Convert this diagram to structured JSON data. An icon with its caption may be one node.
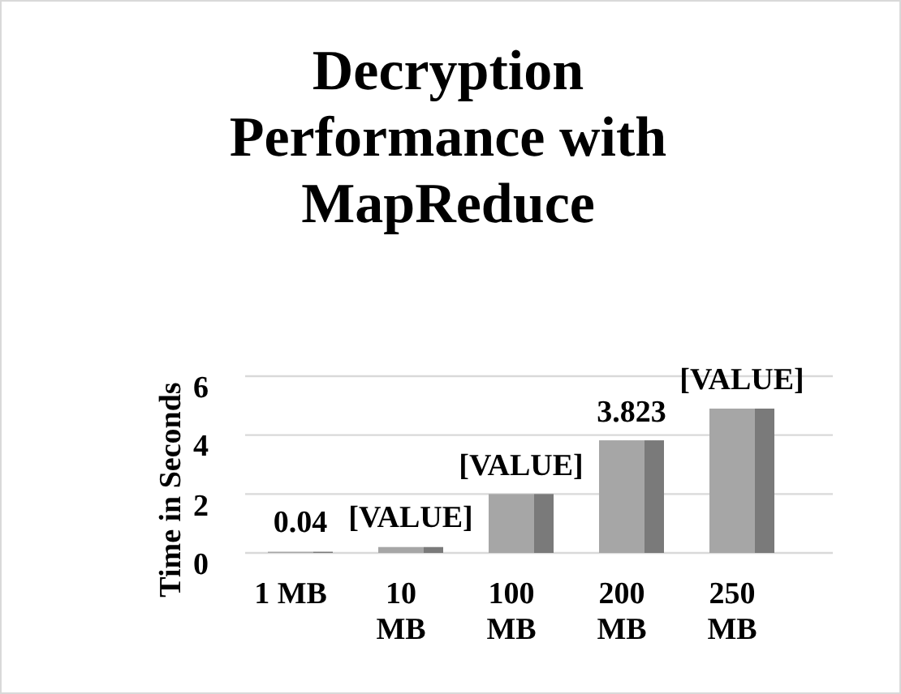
{
  "diagram": {
    "chart_data": {
      "type": "bar",
      "title": "Decryption Performance with MapReduce",
      "ylabel": "Time in Seconds",
      "categories": [
        "1 MB",
        "10 MB",
        "100 MB",
        "200 MB",
        "250 MB"
      ],
      "values": [
        0.04,
        0.2,
        2.0,
        3.823,
        4.9
      ],
      "yticks": [
        0,
        2,
        4,
        6
      ],
      "ylim": [
        0,
        6
      ],
      "value_labels": [
        "0.04",
        "[VALUE]",
        "[VALUE]",
        "3.823",
        "[VALUE]"
      ]
    }
  }
}
